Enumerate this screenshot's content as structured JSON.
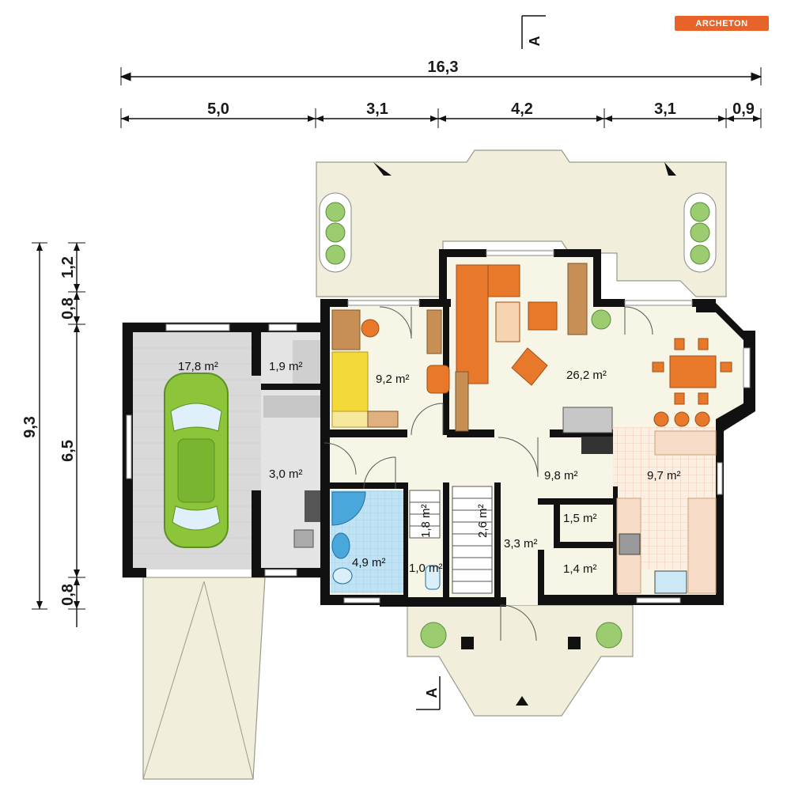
{
  "brand": "ARCHETON",
  "dimensions": {
    "total_width": "16,3",
    "segments": [
      "5,0",
      "3,1",
      "4,2",
      "3,1",
      "0,9"
    ],
    "total_depth": "9,3",
    "depth_parts": [
      "6,5",
      "0,8"
    ],
    "depth_top": [
      "1,2",
      "0,8"
    ]
  },
  "section_marker": "A",
  "rooms": {
    "garage": "17,8 m²",
    "storage": "1,9 m²",
    "hall_side": "3,0 m²",
    "bedroom": "9,2 m²",
    "living": "26,2 m²",
    "hall_main": "9,8 m²",
    "kitchen": "9,7 m²",
    "pantry": "1,5 m²",
    "closet": "1,4 m²",
    "vestibule": "3,3 m²",
    "bathroom": "4,9 m²",
    "wc": "1,0 m²",
    "stair_small": "1,8 m²",
    "stair": "2,6 m²"
  },
  "colors": {
    "wall": "#111111",
    "floor": "#f7f5e6",
    "terrace": "#f1efdc",
    "garage_floor": "#d9d9d9",
    "bath_tile": "#bfe2f5",
    "kitchen_tile": "#f6dcc6",
    "furniture": "#e8782a",
    "bed": "#f4d93a",
    "car": "#8cc43a",
    "accent": "#e8632a"
  }
}
